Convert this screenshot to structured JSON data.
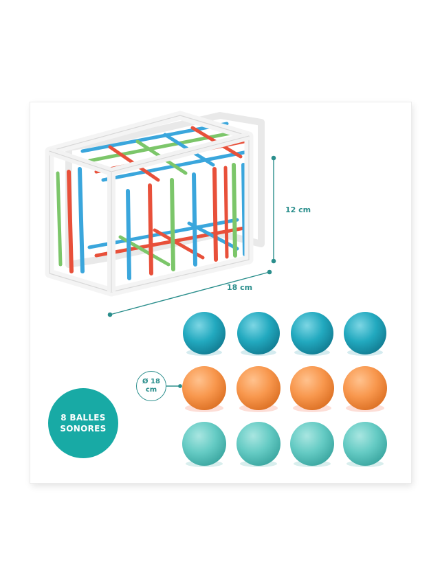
{
  "dimensions": {
    "height": "12 cm",
    "width": "18 cm",
    "ball_diameter_line1": "Ø 18",
    "ball_diameter_line2": "cm"
  },
  "badge": {
    "line1": "8 BALLES",
    "line2": "SONORES"
  },
  "colors": {
    "accent": "#2a8e8c",
    "badge": "#18aaa5",
    "ball_blue": "#1fa8bd",
    "ball_orange": "#f7944a",
    "ball_aqua": "#63cbc4",
    "band_red": "#e8503a",
    "band_blue": "#3aa6dc",
    "band_green": "#7cc66a"
  }
}
